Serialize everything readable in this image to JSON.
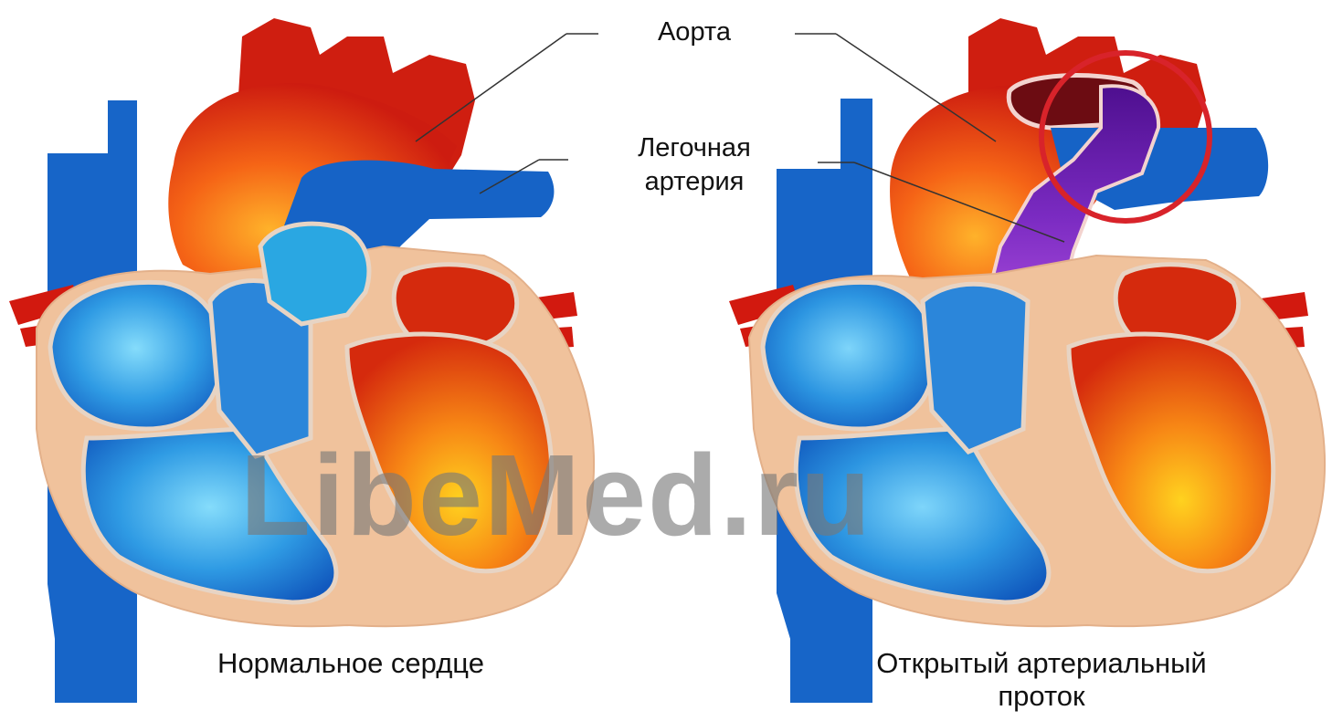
{
  "labels": {
    "aorta": "Аорта",
    "pulmonary_line1": "Легочная",
    "pulmonary_line2": "артерия"
  },
  "captions": {
    "left": "Нормальное сердце",
    "right_line1": "Открытый артериальный",
    "right_line2": "проток"
  },
  "watermark": "LibeMed.ru",
  "colors": {
    "oxygenated_red": "#d91f12",
    "oxygenated_orange": "#f28a18",
    "deoxygenated_blue": "#1e6fd0",
    "light_blue": "#67c7f3",
    "mixed_purple": "#7a25bb",
    "myocardium_tan": "#f0c29c",
    "highlight_ring": "#d8232a",
    "watermark_gray": "#7b7b7b"
  },
  "icons": [
    "heart-normal-illustration",
    "heart-patent-ductus-illustration"
  ]
}
